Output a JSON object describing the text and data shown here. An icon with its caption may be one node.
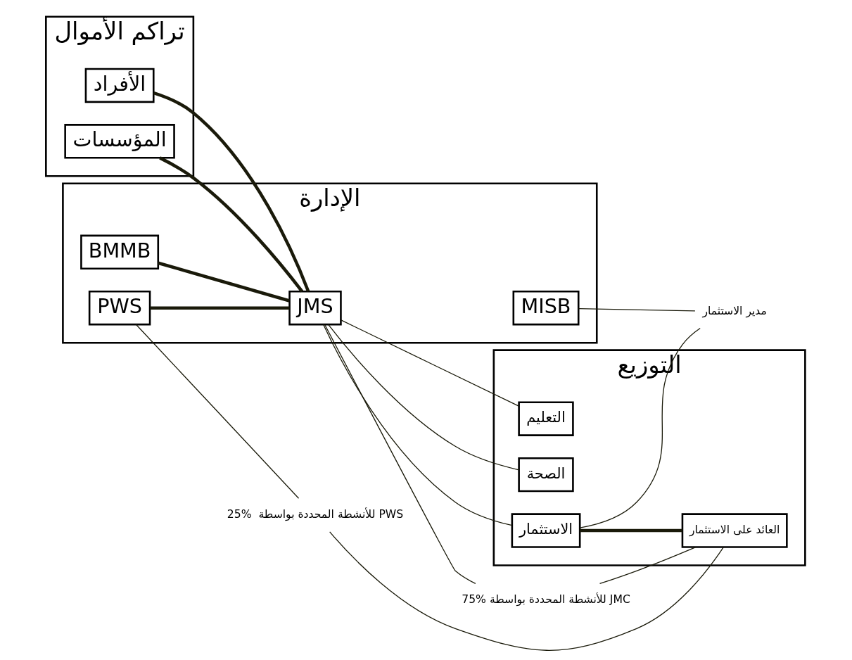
{
  "diagram": {
    "nodes": [
      {
        "text": [
          "تراكم الأموال"
        ]
      },
      {
        "text": [
          "الأفراد"
        ],
        "in": 0
      },
      {
        "text": [
          "المؤسسات"
        ],
        "in": 0
      },
      {
        "text": [
          "الإدارة"
        ]
      },
      {
        "text": [
          "BMMB"
        ],
        "in": 3
      },
      {
        "text": [
          "PWS"
        ],
        "in": 3
      },
      {
        "text": [
          "JMS"
        ],
        "in": 3
      },
      {
        "text": [
          "MISB"
        ],
        "in": 3
      },
      {
        "text": [
          "التوزيع"
        ]
      },
      {
        "text": [
          "التعليم"
        ],
        "in": 8
      },
      {
        "text": [
          "الصحة"
        ],
        "in": 8
      },
      {
        "text": [
          "الاستثمار"
        ],
        "in": 8
      },
      {
        "text": [
          "العائد على الاستثمار"
        ],
        "in": 8
      },
      {
        "text": [
          "25%  للأنشطة المحددة بواسطة PWS"
        ]
      },
      {
        "text": [
          "75% للأنشطة المحددة بواسطة JMC"
        ]
      },
      {
        "text": [
          "مدير الاستثمار"
        ]
      }
    ],
    "edges": [
      {
        "from": 4,
        "to": 6,
        "arrow": "none",
        "style": "thick"
      },
      {
        "from": 5,
        "to": 6,
        "arrow": "none",
        "style": "thick"
      },
      {
        "from": 1,
        "to": 6,
        "arrow": "none",
        "style": "thick"
      },
      {
        "from": 2,
        "to": 6,
        "arrow": "none",
        "style": "thick"
      },
      {
        "from": 6,
        "to": 9,
        "arrow": "none"
      },
      {
        "from": 6,
        "to": 10,
        "arrow": "none"
      },
      {
        "from": 6,
        "to": 11,
        "arrow": "none"
      },
      {
        "from": 11,
        "to": 12,
        "arrow": "none",
        "style": "thick"
      },
      {
        "from": 5,
        "to": 13,
        "arrow": "none"
      },
      {
        "from": 13,
        "to": 12,
        "arrow": "none"
      },
      {
        "from": 6,
        "to": 14,
        "arrow": "none"
      },
      {
        "from": 14,
        "to": 12,
        "arrow": "none"
      },
      {
        "from": 7,
        "to": 15,
        "arrow": "none"
      },
      {
        "from": 11,
        "to": 15,
        "arrow": "none"
      }
    ]
  }
}
